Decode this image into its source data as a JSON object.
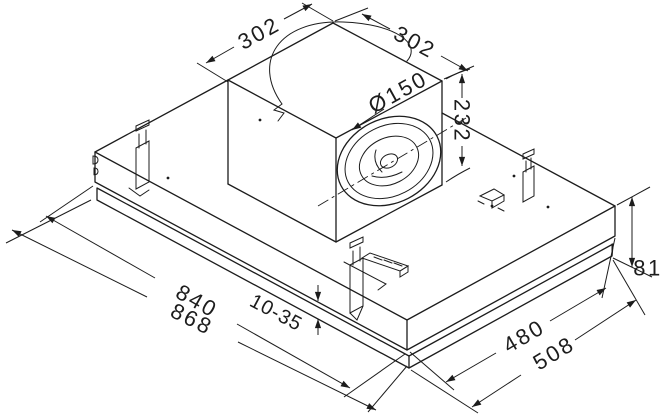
{
  "drawing": {
    "kind": "isometric dimension drawing",
    "ink_color": "#1c1c1c",
    "background_color": "#ffffff",
    "dimensions": {
      "box_top_depth": "302",
      "box_top_width": "302",
      "duct_diameter": "Ø150",
      "box_height": "232",
      "body_height": "81",
      "body_length": "840",
      "overall_length": "868",
      "mounting_gap": "10-35",
      "body_depth": "480",
      "overall_depth": "508"
    }
  }
}
